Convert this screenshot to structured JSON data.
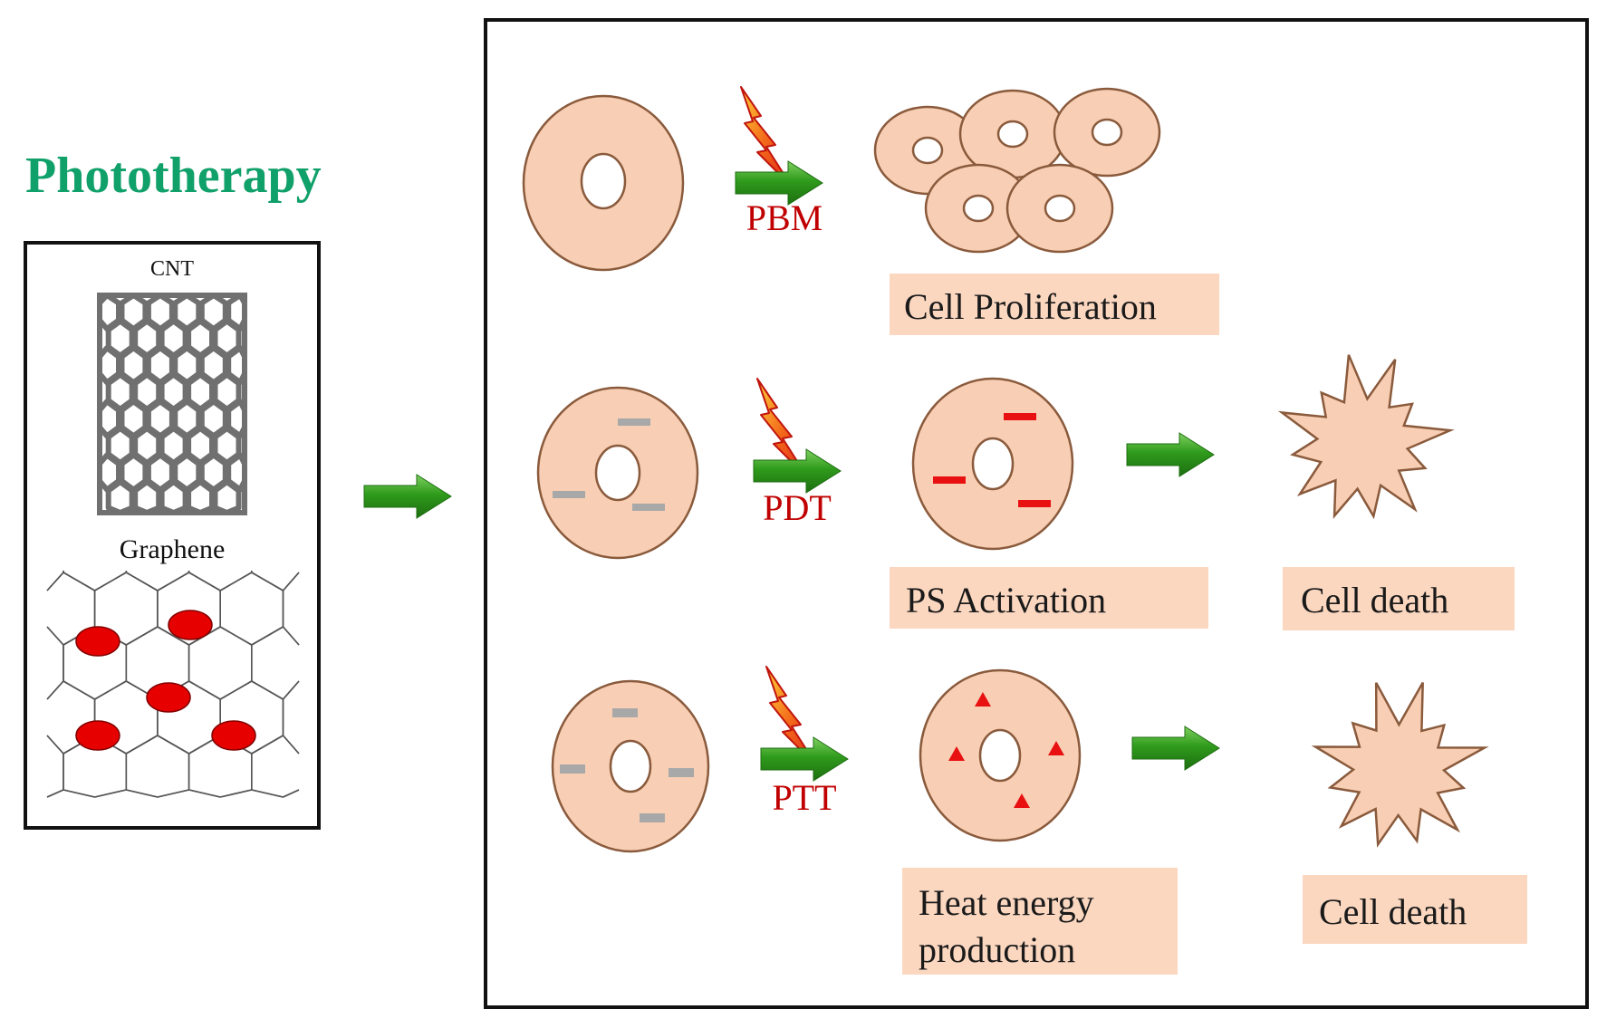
{
  "title": "Phototherapy",
  "materials": {
    "cnt_label": "CNT",
    "graphene_label": "Graphene"
  },
  "rows": [
    {
      "method": "PBM",
      "outcome": "Cell Proliferation"
    },
    {
      "method": "PDT",
      "mechanism": "PS Activation",
      "outcome": "Cell death"
    },
    {
      "method": "PTT",
      "mechanism_line1": "Heat energy",
      "mechanism_line2": "production",
      "outcome": "Cell death"
    }
  ],
  "colors": {
    "title": "#10a06a",
    "cell_fill": "#f8cfb4",
    "cell_stroke": "#8a5a3c",
    "label_bg": "#fbd7c0",
    "method_text": "#c00000",
    "arrow": "#2f9b1c",
    "lightning": "#ee3a12",
    "ps_inactive": "#a8a8a8",
    "ps_active": "#e81010",
    "graphene_dot": "#e60000"
  }
}
